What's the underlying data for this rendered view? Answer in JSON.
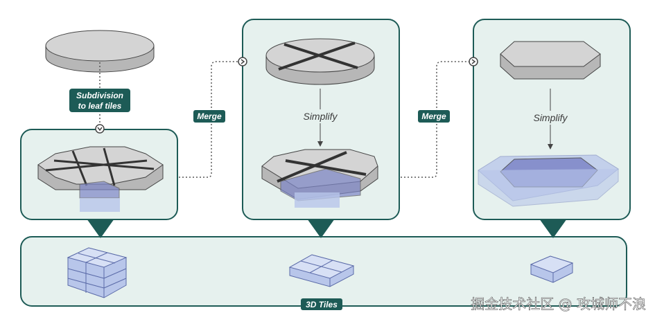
{
  "labels": {
    "subdivision_line1": "Subdivision",
    "subdivision_line2": "to leaf tiles",
    "merge_1": "Merge",
    "merge_2": "Merge",
    "simplify_1": "Simplify",
    "simplify_2": "Simplify",
    "tiles": "3D Tiles"
  },
  "watermark": "掘金技术社区 @ 攻城师不浪",
  "colors": {
    "panel_border": "#1d5b56",
    "panel_fill": "#e6f1ee",
    "label_bg": "#1d5b56",
    "mesh_top": "#d4d4d4",
    "mesh_side": "#b7b7b7",
    "tile_fill": "#b8c6ea",
    "tile_highlight": "#7d86c7"
  }
}
